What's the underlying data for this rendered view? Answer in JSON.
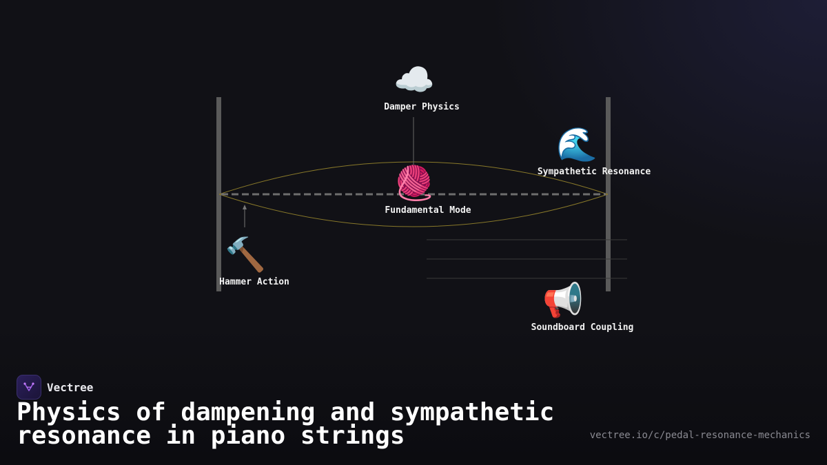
{
  "nodes": {
    "damper": {
      "emoji": "☁️",
      "label": "Damper Physics"
    },
    "sympathetic": {
      "emoji": "🌊",
      "label": "Sympathetic Resonance"
    },
    "fundamental": {
      "emoji": "🧶",
      "label": "Fundamental Mode"
    },
    "hammer": {
      "emoji": "🔨",
      "label": "Hammer Action"
    },
    "soundboard": {
      "emoji": "📢",
      "label": "Soundboard Coupling"
    }
  },
  "brand": {
    "name": "Vectree"
  },
  "title": "Physics of dampening and sympathetic resonance in piano strings",
  "url": "vectree.io/c/pedal-resonance-mechanics",
  "colors": {
    "background": "#111116",
    "bridge": "#5a5a5a",
    "string": "#6e6e6e",
    "mode_envelope": "#8a7a2a",
    "connector": "#777777",
    "soundboard_line": "#3a3a3a"
  }
}
